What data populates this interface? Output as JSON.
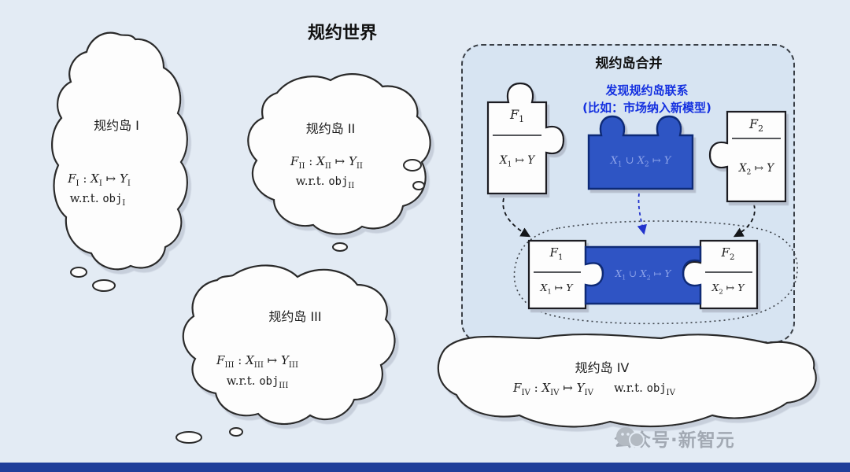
{
  "title": "规约世界",
  "islands": {
    "i": {
      "name": "规约岛 I",
      "formula": [
        {
          "t": "F",
          "it": true
        },
        {
          "t": "I",
          "sub": true
        },
        {
          "t": " : "
        },
        {
          "t": "X",
          "it": true
        },
        {
          "t": "I",
          "sub": true
        },
        {
          "t": " ↦ "
        },
        {
          "t": "Y",
          "it": true
        },
        {
          "t": "I",
          "sub": true
        }
      ],
      "wrt": [
        {
          "t": "w.r.t. "
        },
        {
          "t": "obj",
          "mono": true
        },
        {
          "t": "I",
          "sub": true
        }
      ]
    },
    "ii": {
      "name": "规约岛 II",
      "formula": [
        {
          "t": "F",
          "it": true
        },
        {
          "t": "II",
          "sub": true
        },
        {
          "t": " : "
        },
        {
          "t": "X",
          "it": true
        },
        {
          "t": "II",
          "sub": true
        },
        {
          "t": " ↦ "
        },
        {
          "t": "Y",
          "it": true
        },
        {
          "t": "II",
          "sub": true
        }
      ],
      "wrt": [
        {
          "t": "w.r.t. "
        },
        {
          "t": "obj",
          "mono": true
        },
        {
          "t": "II",
          "sub": true
        }
      ]
    },
    "iii": {
      "name": "规约岛 III",
      "formula": [
        {
          "t": "F",
          "it": true
        },
        {
          "t": "III",
          "sub": true
        },
        {
          "t": " : "
        },
        {
          "t": "X",
          "it": true
        },
        {
          "t": "III",
          "sub": true
        },
        {
          "t": " ↦ "
        },
        {
          "t": "Y",
          "it": true
        },
        {
          "t": "III",
          "sub": true
        }
      ],
      "wrt": [
        {
          "t": "w.r.t. "
        },
        {
          "t": "obj",
          "mono": true
        },
        {
          "t": "III",
          "sub": true
        }
      ]
    },
    "iv": {
      "name": "规约岛 IV",
      "formula": [
        {
          "t": "F",
          "it": true
        },
        {
          "t": "IV",
          "sub": true
        },
        {
          "t": " : "
        },
        {
          "t": "X",
          "it": true
        },
        {
          "t": "IV",
          "sub": true
        },
        {
          "t": " ↦ "
        },
        {
          "t": "Y",
          "it": true
        },
        {
          "t": "IV",
          "sub": true
        }
      ],
      "wrt": [
        {
          "t": "w.r.t. "
        },
        {
          "t": "obj",
          "mono": true
        },
        {
          "t": "IV",
          "sub": true
        }
      ]
    }
  },
  "merge_panel": {
    "title": "规约岛合并",
    "note_line1": "发现规约岛联系",
    "note_line2": "(比如：市场纳入新模型)",
    "piece_f1": {
      "label": [
        {
          "t": "F",
          "it": true
        },
        {
          "t": "1",
          "sub": true
        }
      ],
      "map": [
        {
          "t": "X",
          "it": true
        },
        {
          "t": "1",
          "sub": true
        },
        {
          "t": " ↦ "
        },
        {
          "t": "Y",
          "it": true
        }
      ]
    },
    "piece_union": {
      "map": [
        {
          "t": "X",
          "it": true
        },
        {
          "t": "1",
          "sub": true
        },
        {
          "t": " ∪ "
        },
        {
          "t": "X",
          "it": true
        },
        {
          "t": "2",
          "sub": true
        },
        {
          "t": " ↦ "
        },
        {
          "t": "Y",
          "it": true
        }
      ]
    },
    "piece_f2": {
      "label": [
        {
          "t": "F",
          "it": true
        },
        {
          "t": "2",
          "sub": true
        }
      ],
      "map": [
        {
          "t": "X",
          "it": true
        },
        {
          "t": "2",
          "sub": true
        },
        {
          "t": " ↦ "
        },
        {
          "t": "Y",
          "it": true
        }
      ]
    }
  },
  "watermark": {
    "text": "公众号·新智元"
  },
  "colors": {
    "background": "#e3ebf4",
    "panel_fill": "#d7e4f2",
    "puzzle_blue": "#2f54c4",
    "puzzle_blue_stroke": "#0e2a77",
    "note_blue": "#1430e0",
    "ink": "#1c1c1c",
    "watermark_gray": "#a2a9b3",
    "bottom_bar": "#1f3e9a"
  }
}
